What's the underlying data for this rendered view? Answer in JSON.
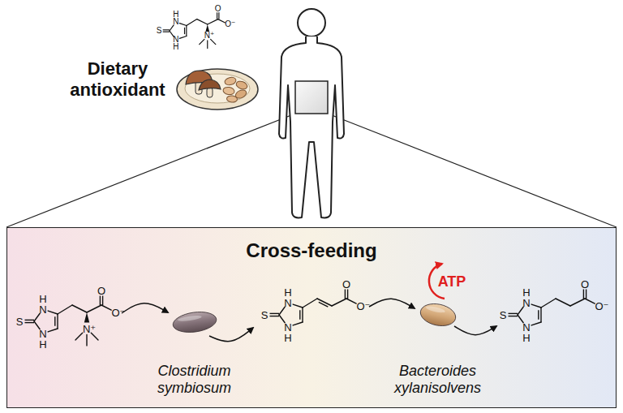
{
  "diagram": {
    "nodes": [
      {
        "text": [
          "Cross-feeding"
        ]
      },
      {
        "text": [
          "Clostridium symbiosum"
        ],
        "in": 0
      },
      {
        "text": [
          "Bacteroides xylanisolvens"
        ],
        "in": 0
      }
    ],
    "labels": [
      "Dietary antioxidant",
      "S",
      "H",
      "N",
      "N",
      "H",
      "O",
      "O⁻",
      "N⁺",
      "S",
      "H",
      "N",
      "N",
      "H",
      "O",
      "O⁻",
      "N⁺",
      "S",
      "H",
      "N",
      "N",
      "H",
      "O",
      "O⁻",
      "ATP",
      "S",
      "H",
      "N",
      "N",
      "H",
      "O",
      "O⁻"
    ]
  }
}
